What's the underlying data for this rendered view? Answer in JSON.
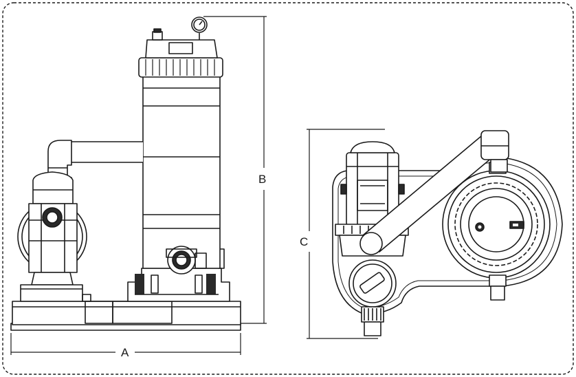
{
  "dimensions": {
    "a": "A",
    "b": "B",
    "c": "C"
  },
  "colors": {
    "line": "#1a1a1a",
    "fill": "#ffffff",
    "shade": "#2a2a2a"
  }
}
